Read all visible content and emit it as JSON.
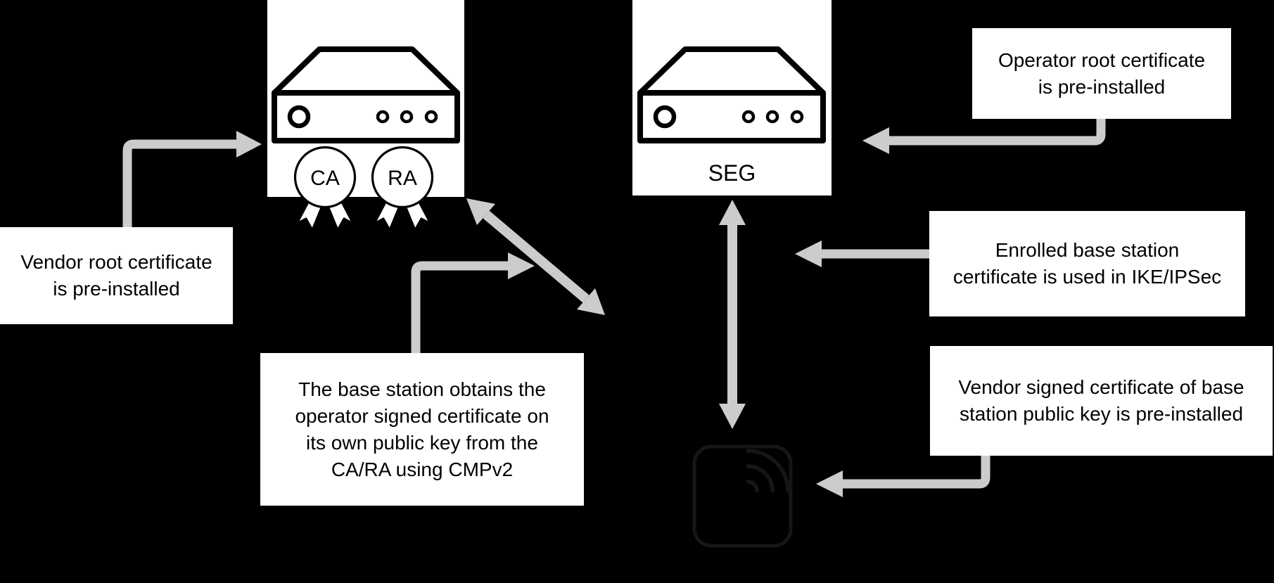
{
  "theme": {
    "background": "#000000",
    "box_bg": "#ffffff",
    "text_color": "#000000",
    "arrow_color": "#cccccc",
    "icon_stroke": "#000000",
    "base_station_stroke": "#161616"
  },
  "nodes": {
    "ca_ra": {
      "icon": "server-icon",
      "seals": [
        {
          "label": "CA"
        },
        {
          "label": "RA"
        }
      ]
    },
    "seg": {
      "icon": "server-icon",
      "label": "SEG"
    },
    "base_station": {
      "icon": "base-station-wireless-icon"
    }
  },
  "callouts": {
    "vendor_root": {
      "lines": [
        "Vendor root certificate",
        "is pre-installed"
      ]
    },
    "operator_root": {
      "lines": [
        "Operator root certificate",
        "is pre-installed"
      ]
    },
    "enrolled_cert": {
      "lines": [
        "Enrolled base station",
        "certificate is used in IKE/IPSec"
      ]
    },
    "vendor_signed": {
      "lines": [
        "Vendor signed certificate of base",
        "station public key is pre-installed"
      ]
    },
    "cmpv2": {
      "lines": [
        "The base station obtains the",
        "operator signed certificate on",
        "its own public key from the",
        "CA/RA using CMPv2"
      ]
    }
  }
}
